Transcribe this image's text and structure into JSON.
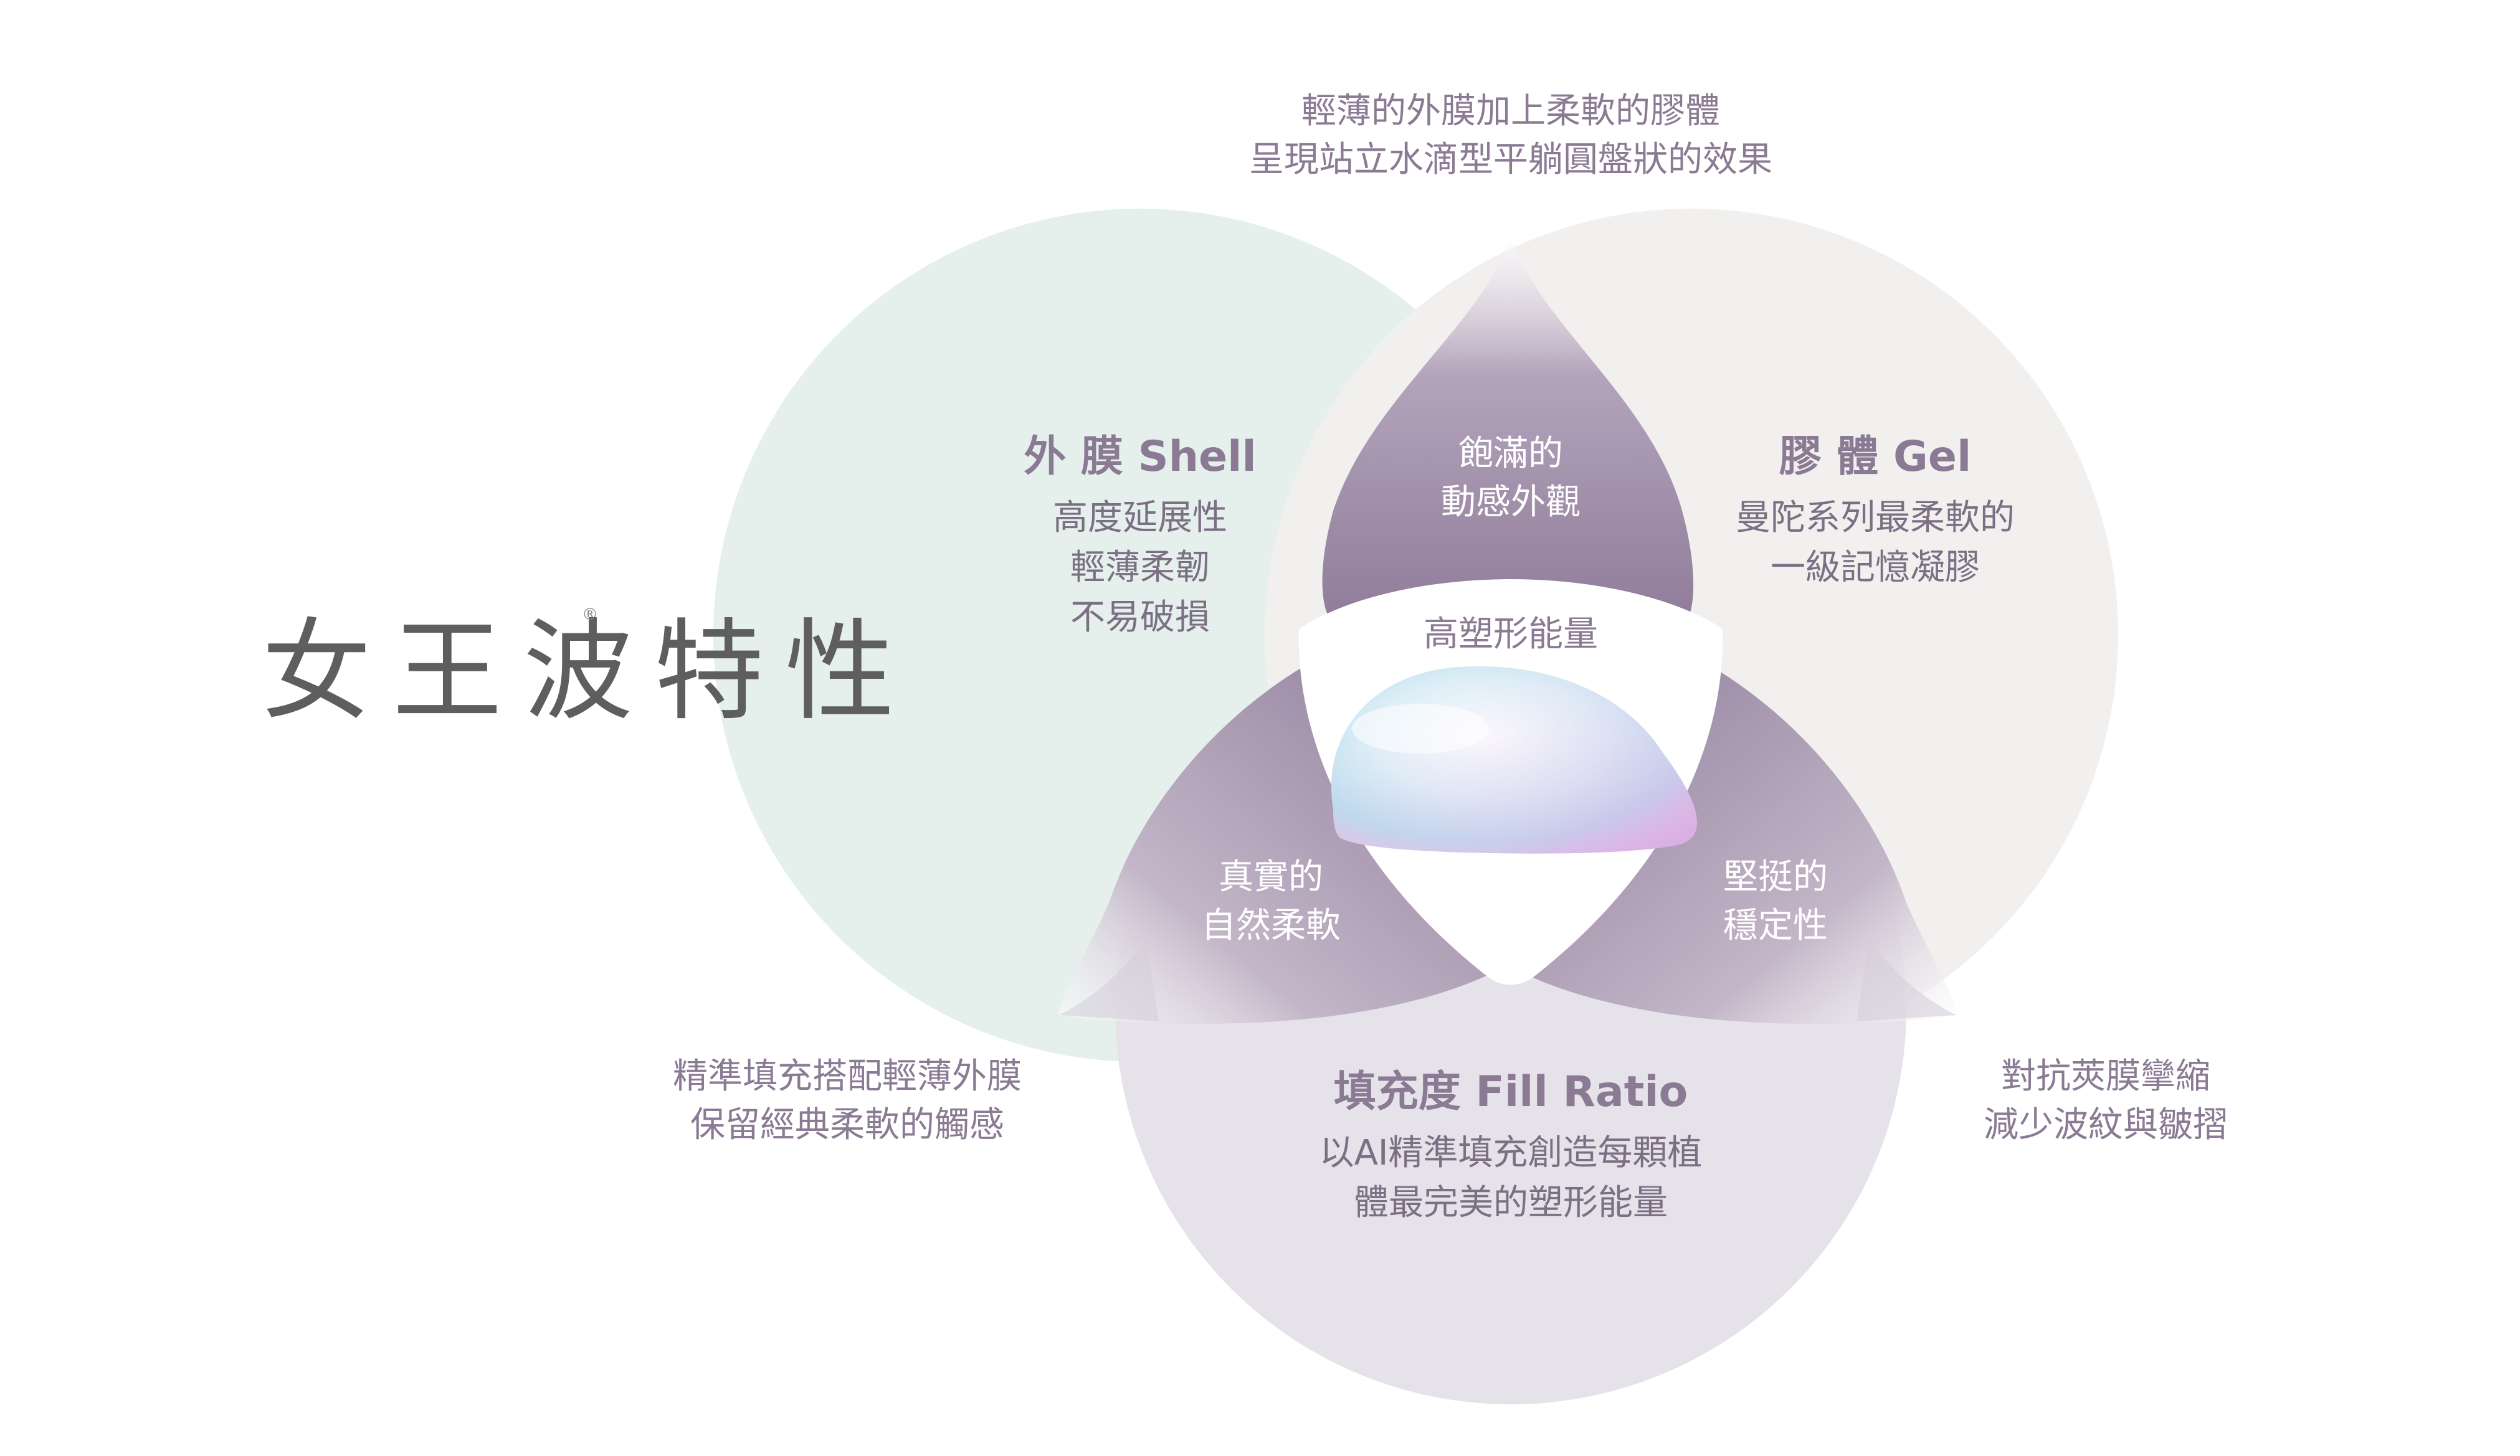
{
  "title": "女王波特性",
  "title_mark": "®",
  "top_note": [
    "輕薄的外膜加上柔軟的膠體",
    "呈現站立水滴型平躺圓盤狀的效果"
  ],
  "shell": {
    "heading": "外 膜 Shell",
    "lines": [
      "高度延展性",
      "輕薄柔韌",
      "不易破損"
    ]
  },
  "gel": {
    "heading": "膠 體 Gel",
    "lines": [
      "曼陀系列最柔軟的",
      "一級記憶凝膠"
    ]
  },
  "fill": {
    "heading": "填充度 Fill Ratio",
    "lines": [
      "以AI精準填充創造每顆植",
      "體最完美的塑形能量"
    ]
  },
  "overlap_top": [
    "飽滿的",
    "動感外觀"
  ],
  "overlap_left": [
    "真實的",
    "自然柔軟"
  ],
  "overlap_right": [
    "堅挺的",
    "穩定性"
  ],
  "center": "高塑形能量",
  "left_note": [
    "精準填充搭配輕薄外膜",
    "保留經典柔軟的觸感"
  ],
  "right_note": [
    "對抗莢膜攣縮",
    "減少波紋與皺摺"
  ],
  "colors": {
    "shell_circle": "#e5f0ec",
    "gel_circle": "#f1f0ee",
    "fill_circle": "#e6e2e9",
    "overlap": "#a392ab",
    "text": "#8a7a93"
  }
}
